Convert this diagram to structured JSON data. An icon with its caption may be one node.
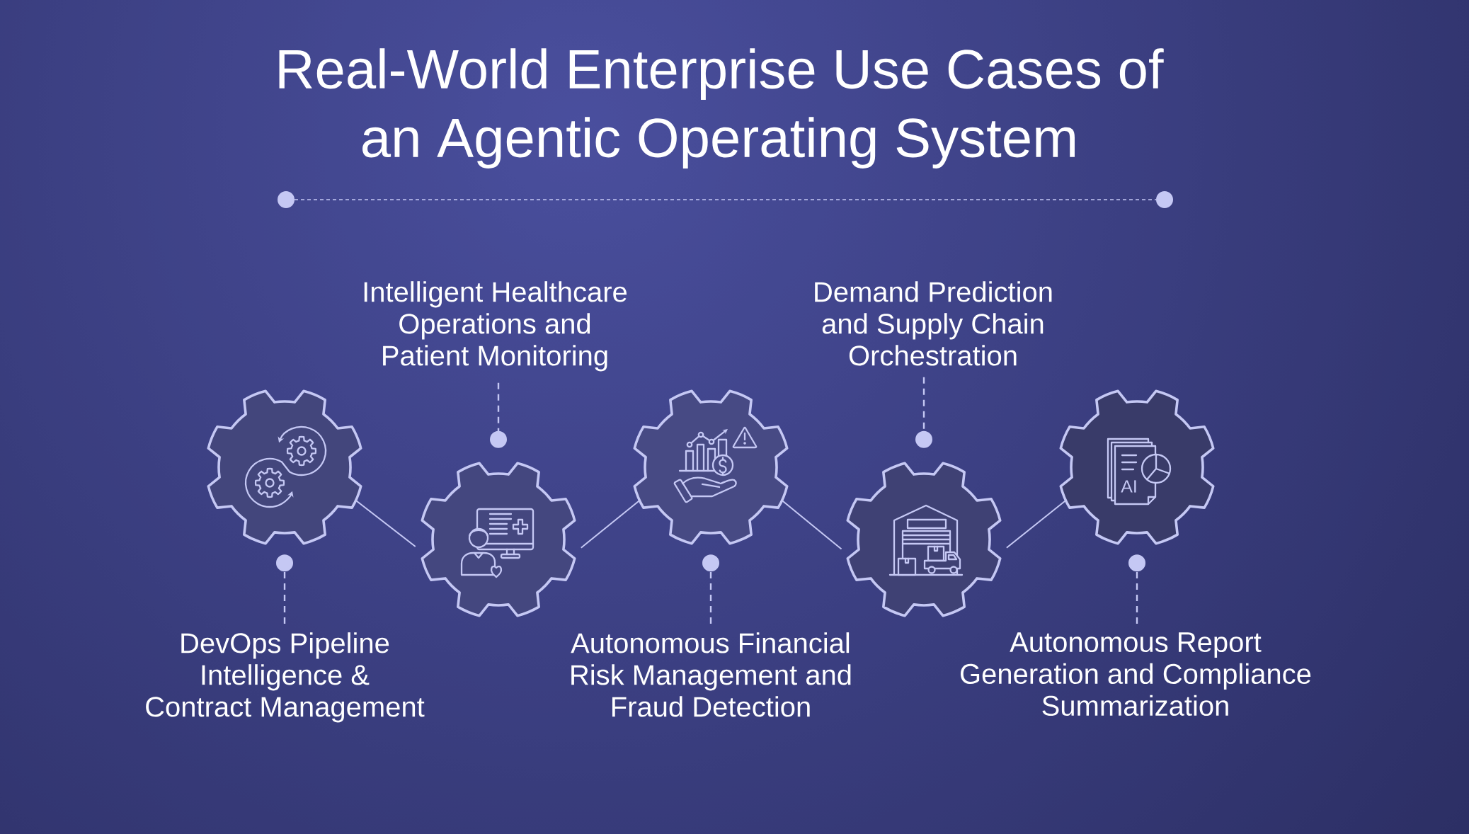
{
  "diagram": {
    "title": "Real-World Enterprise Use Cases of an Agentic Operating System",
    "nodes": [
      {
        "text": [],
        "shape": "gear"
      },
      {
        "text": [],
        "shape": "gear"
      },
      {
        "text": [],
        "shape": "gear"
      },
      {
        "text": [],
        "shape": "gear"
      },
      {
        "text": [],
        "shape": "gear"
      },
      {
        "text": [
          "DevOps Pipeline Intelligence & Contract Management"
        ]
      },
      {
        "text": [
          "Intelligent Healthcare Operations and Patient Monitoring"
        ]
      },
      {
        "text": [
          "Autonomous Financial Risk Management and Fraud Detection"
        ]
      },
      {
        "text": [
          "Demand Prediction and Supply Chain Orchestration"
        ]
      },
      {
        "text": [
          "Autonomous Report Generation and Compliance Summarization"
        ]
      }
    ],
    "edges": [
      {
        "from": 0,
        "to": 1,
        "arrow": "none"
      },
      {
        "from": 1,
        "to": 2,
        "arrow": "none"
      },
      {
        "from": 2,
        "to": 3,
        "arrow": "none"
      },
      {
        "from": 3,
        "to": 4,
        "arrow": "none"
      },
      {
        "from": 5,
        "to": 0,
        "arrow": "other",
        "style": "dashed"
      },
      {
        "from": 6,
        "to": 1,
        "arrow": "other",
        "style": "dashed"
      },
      {
        "from": 7,
        "to": 2,
        "arrow": "other",
        "style": "dashed"
      },
      {
        "from": 8,
        "to": 3,
        "arrow": "other",
        "style": "dashed"
      },
      {
        "from": 9,
        "to": 4,
        "arrow": "other",
        "style": "dashed"
      }
    ],
    "labels": [
      "AI"
    ]
  }
}
